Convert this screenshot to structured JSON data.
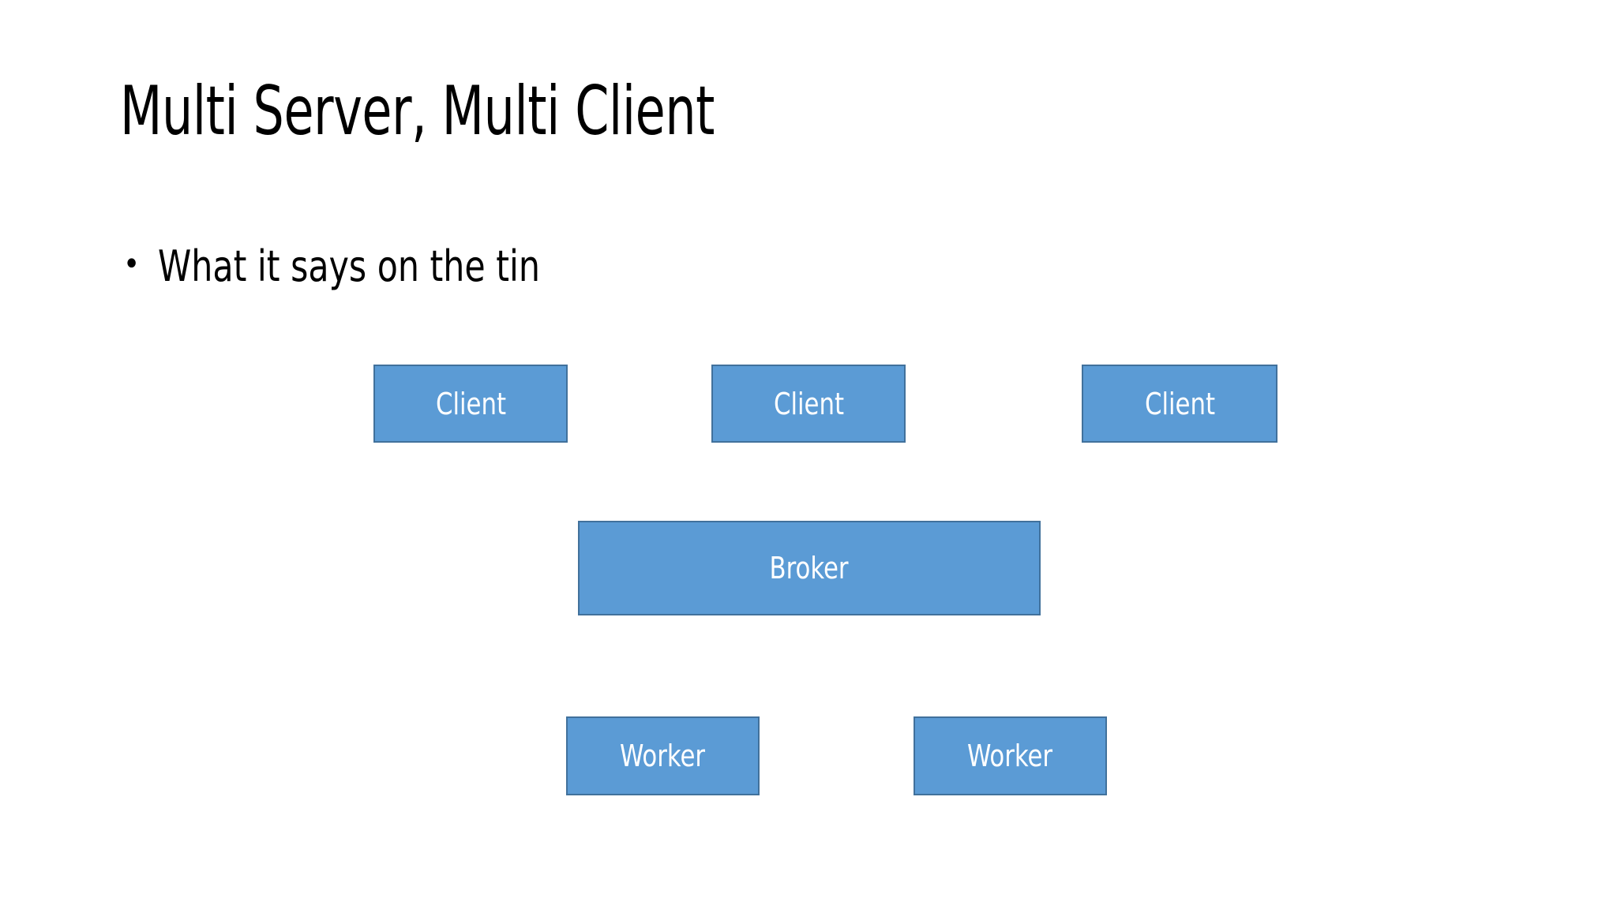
{
  "slide": {
    "title": "Multi Server, Multi Client",
    "background_color": "#ffffff",
    "title_color": "#000000",
    "body": {
      "bullets": [
        {
          "marker": "•",
          "text": "What it says on the tin"
        }
      ]
    },
    "diagram": {
      "shape_fill_color": "#5B9BD5",
      "shape_border_color": "#41719C",
      "shape_text_color": "#FFFFFF",
      "nodes": [
        {
          "id": "client-1",
          "label": "Client",
          "role": "client",
          "row": "clients"
        },
        {
          "id": "client-2",
          "label": "Client",
          "role": "client",
          "row": "clients"
        },
        {
          "id": "client-3",
          "label": "Client",
          "role": "client",
          "row": "clients"
        },
        {
          "id": "broker",
          "label": "Broker",
          "role": "broker",
          "row": "broker"
        },
        {
          "id": "worker-1",
          "label": "Worker",
          "role": "worker",
          "row": "workers"
        },
        {
          "id": "worker-2",
          "label": "Worker",
          "role": "worker",
          "row": "workers"
        }
      ]
    }
  }
}
